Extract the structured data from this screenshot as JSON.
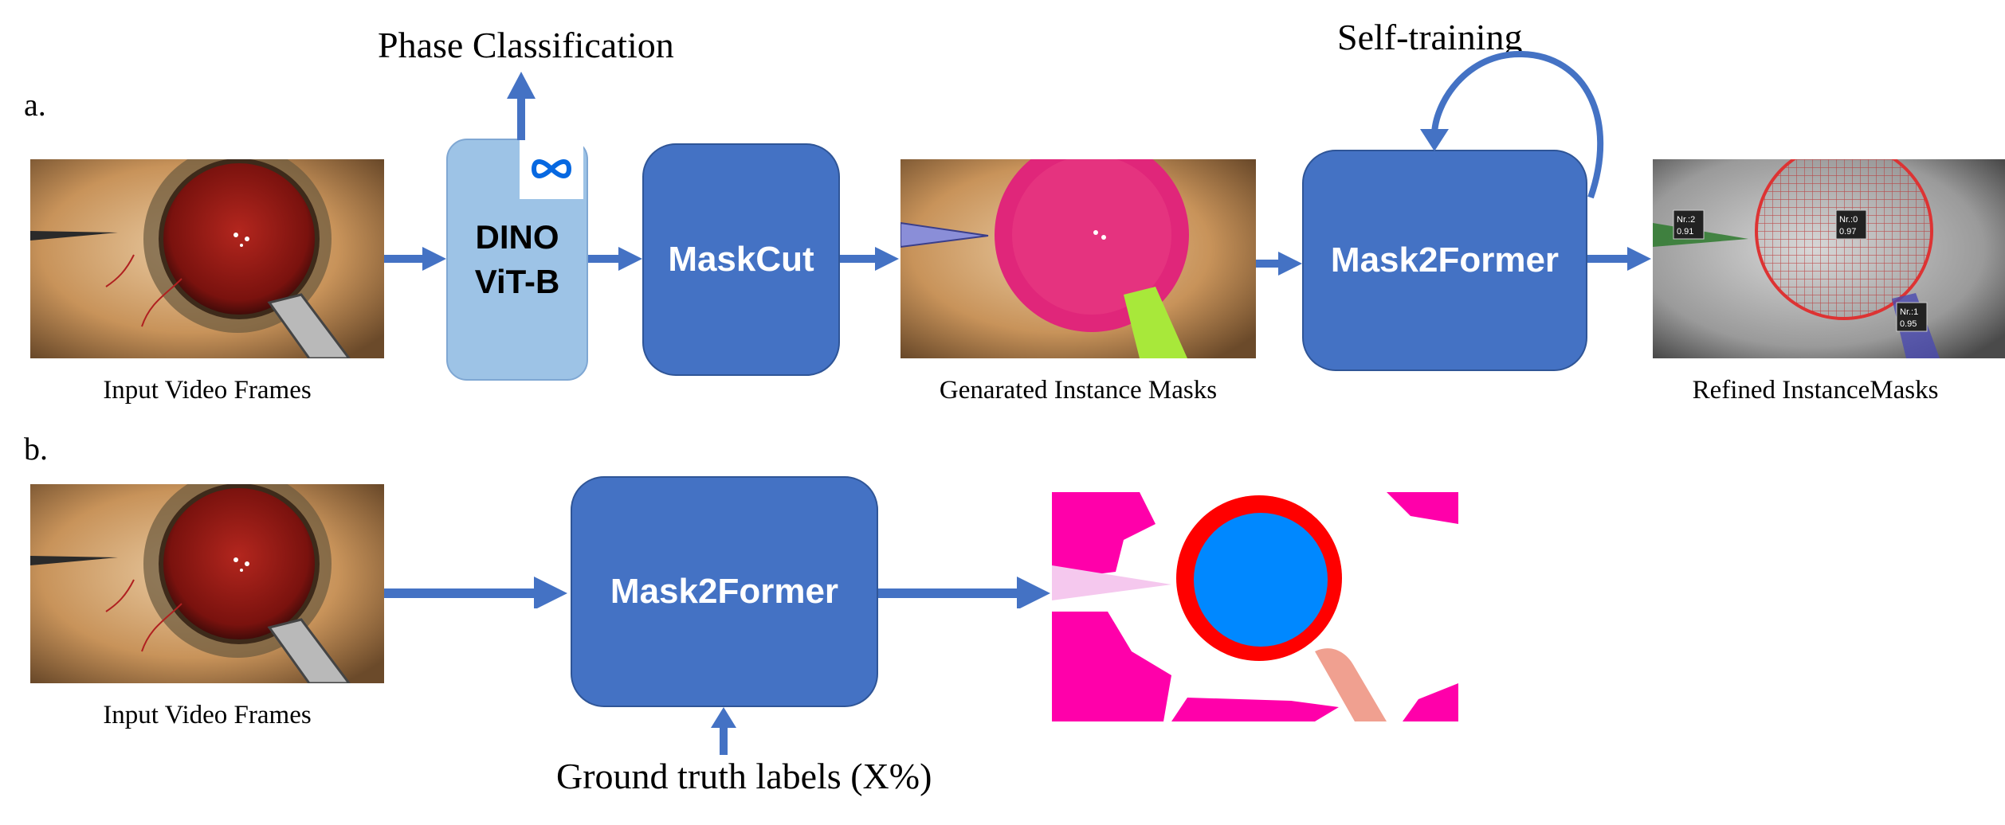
{
  "colors": {
    "accent": "#4472C4",
    "light_box": "#9DC3E6"
  },
  "part_a": {
    "label": "a.",
    "phase_label": "Phase Classification",
    "self_training_label": "Self-training",
    "encoder": {
      "line1": "DINO",
      "line2": "ViT-B",
      "logo": "meta-logo-icon"
    },
    "maskcut_label": "MaskCut",
    "mask2former_label": "Mask2Former",
    "captions": {
      "input": "Input Video Frames",
      "generated": "Genarated Instance Masks",
      "refined": "Refined InstanceMasks"
    },
    "detections": [
      {
        "label": "Nr.:2",
        "score": "0.91"
      },
      {
        "label": "Nr.:0",
        "score": "0.97"
      },
      {
        "label": "Nr.:1",
        "score": "0.95"
      }
    ]
  },
  "part_b": {
    "label": "b.",
    "mask2former_label": "Mask2Former",
    "input_caption": "Input Video Frames",
    "gt_label": "Ground truth labels (X%)"
  }
}
